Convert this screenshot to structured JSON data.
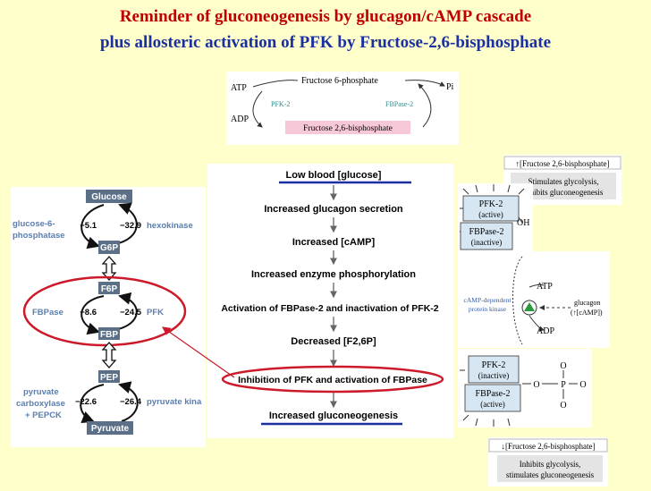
{
  "title": {
    "line1": "Reminder of gluconeogenesis by glucagon/cAMP cascade",
    "line2": "plus allosteric activation of PFK by Fructose-2,6-bisphosphate"
  },
  "pfk2_cycle": {
    "atp": "ATP",
    "f6p": "Fructose 6-phosphate",
    "pi": "Pi",
    "pfk2": "PFK-2",
    "fbpase2": "FBPase-2",
    "adp": "ADP",
    "f26bp": "Fructose 2,6-bisphosphate"
  },
  "pathway": {
    "glucose": "Glucose",
    "g6p": "G6P",
    "f6p": "F6P",
    "fbp": "FBP",
    "pep": "PEP",
    "pyruvate": "Pyruvate",
    "step1_left_val": "−5.1",
    "step1_right_val": "−32.9",
    "step2_left_val": "−8.6",
    "step2_right_val": "−24.5",
    "step3_left_val": "−22.6",
    "step3_right_val": "−26.4",
    "enzyme_glucose6phosphatase_l1": "glucose-6-",
    "enzyme_glucose6phosphatase_l2": "phosphatase",
    "enzyme_hexokinase": "hexokinase",
    "enzyme_fbpase": "FBPase",
    "enzyme_pfk": "PFK",
    "enzyme_pc_l1": "pyruvate",
    "enzyme_pc_l2": "carboxylase",
    "enzyme_pc_l3": "+ PEPCK",
    "enzyme_pk": "pyruvate kina"
  },
  "cascade": {
    "step1": "Low blood [glucose]",
    "step2": "Increased glucagon secretion",
    "step3": "Increased [cAMP]",
    "step4": "Increased enzyme phosphorylation",
    "step5": "Activation of FBPase-2 and inactivation of PFK-2",
    "step6": "Decreased [F2,6P]",
    "step7": "Inhibition of PFK and activation of FBPase",
    "step8": "Increased gluconeogenesis"
  },
  "regulation": {
    "increase_label": "↑[Fructose 2,6-bisphosphate]",
    "increase_effect_l1": "Stimulates glycolysis,",
    "increase_effect_l2": "inhibits gluconeogenesis",
    "pfk2_active_l1": "PFK-2",
    "pfk2_active_l2": "(active)",
    "fbpase2_inactive_l1": "FBPase-2",
    "fbpase2_inactive_l2": "(inactive)",
    "oh": "OH",
    "atp": "ATP",
    "adp": "ADP",
    "kinase_l1": "cAMP-dependent",
    "kinase_l2": "protein kinase",
    "glucagon_l1": "glucagon",
    "glucagon_l2": "(↑[cAMP])",
    "pfk2_inactive_l1": "PFK-2",
    "pfk2_inactive_l2": "(inactive)",
    "fbpase2_active_l1": "FBPase-2",
    "fbpase2_active_l2": "(active)",
    "phos_o_top": "O",
    "phos_o_left": "O",
    "phos_p": "P",
    "phos_o_right": "O",
    "phos_o_bottom": "O",
    "decrease_label": "↓[Fructose 2,6-bisphosphate]",
    "decrease_effect_l1": "Inhibits glycolysis,",
    "decrease_effect_l2": "stimulates gluconeogenesis"
  },
  "colors": {
    "title_red": "#c00000",
    "title_blue": "#1a2fa0",
    "background": "#ffffcc",
    "metabolite_box": "#5b6f86",
    "enzyme_blue": "#5a7fb0",
    "highlight_red": "#cc1a2a",
    "f26bp_pink": "#f7c8d8"
  }
}
